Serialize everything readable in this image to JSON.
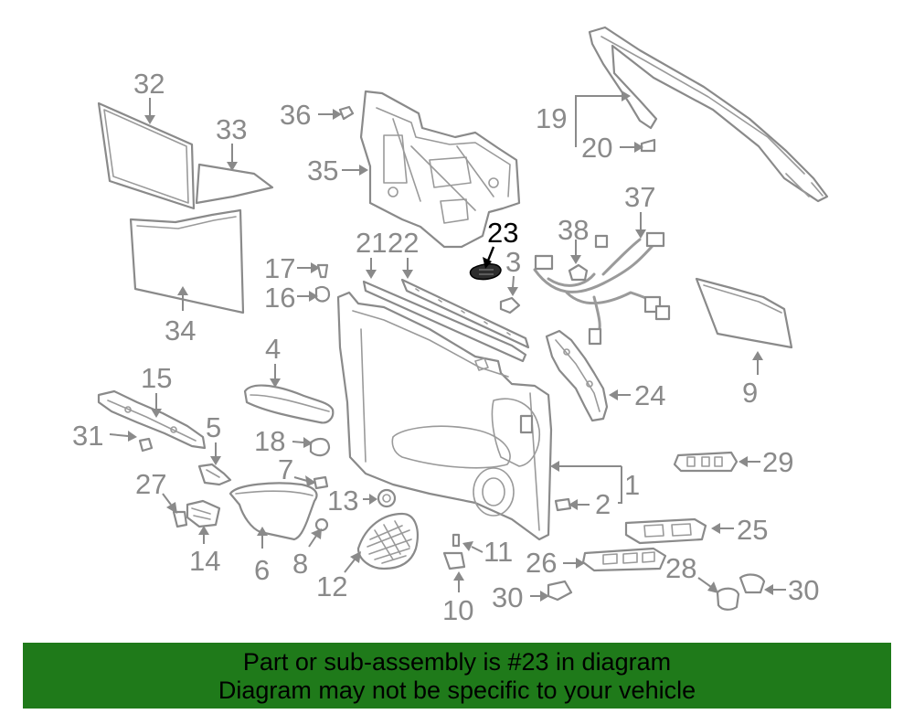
{
  "callouts": {
    "c1": "1",
    "c2": "2",
    "c3": "3",
    "c4": "4",
    "c5": "5",
    "c6": "6",
    "c7": "7",
    "c8": "8",
    "c9": "9",
    "c10": "10",
    "c11": "11",
    "c12": "12",
    "c13": "13",
    "c14": "14",
    "c15": "15",
    "c16": "16",
    "c17": "17",
    "c18": "18",
    "c19": "19",
    "c20": "20",
    "c21": "21",
    "c22": "22",
    "c23": "23",
    "c24": "24",
    "c25": "25",
    "c26": "26",
    "c27": "27",
    "c28": "28",
    "c29": "29",
    "c30a": "30",
    "c30b": "30",
    "c31": "31",
    "c32": "32",
    "c33": "33",
    "c34": "34",
    "c35": "35",
    "c36": "36",
    "c37": "37",
    "c38": "38"
  },
  "highlighted_part": "23",
  "colors": {
    "line": "#8a8a8a",
    "highlight": "#000000",
    "banner": "#1f7a1a"
  },
  "banner": {
    "line1": "Part or sub-assembly is #23 in diagram",
    "line2": "Diagram may not be specific to your vehicle"
  }
}
